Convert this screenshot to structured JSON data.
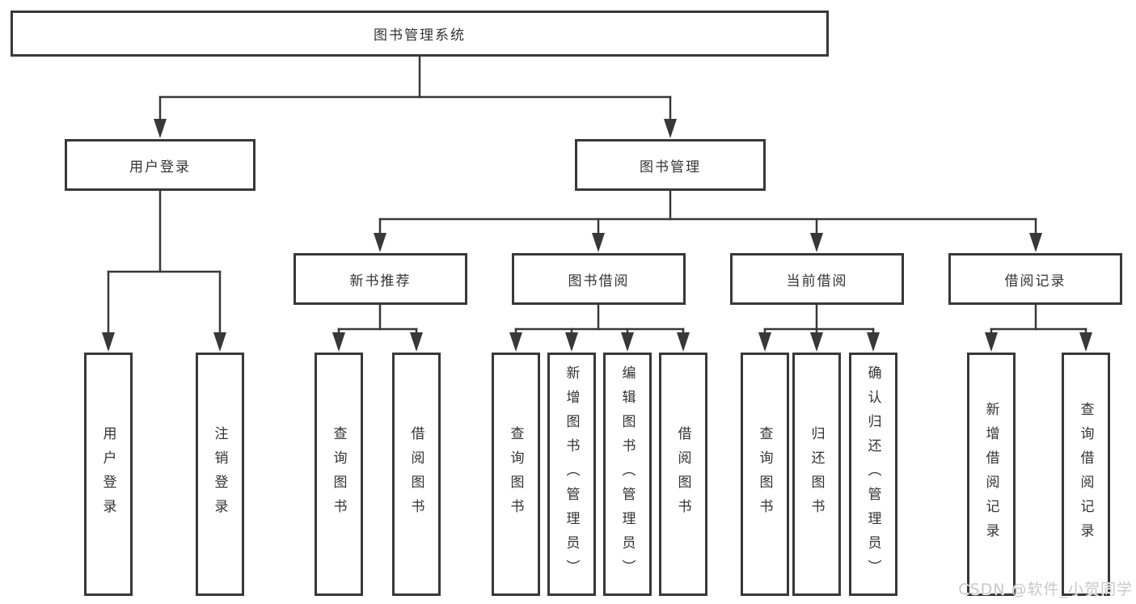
{
  "diagram": {
    "root": {
      "label": "图书管理系统"
    },
    "level2": [
      {
        "id": "user-login",
        "label": "用户登录"
      },
      {
        "id": "book-management",
        "label": "图书管理"
      }
    ],
    "level3": [
      {
        "id": "new-book-recommend",
        "label": "新书推荐",
        "parent": "图书管理"
      },
      {
        "id": "book-borrowing",
        "label": "图书借阅",
        "parent": "图书管理"
      },
      {
        "id": "current-borrowing",
        "label": "当前借阅",
        "parent": "图书管理"
      },
      {
        "id": "borrow-records",
        "label": "借阅记录",
        "parent": "图书管理"
      }
    ],
    "leaves": [
      {
        "label": "用户登录",
        "parent": "用户登录"
      },
      {
        "label": "注销登录",
        "parent": "用户登录"
      },
      {
        "label": "查询图书",
        "parent": "新书推荐"
      },
      {
        "label": "借阅图书",
        "parent": "新书推荐"
      },
      {
        "label": "查询图书",
        "parent": "图书借阅"
      },
      {
        "label": "新增图书（管理员）",
        "parent": "图书借阅"
      },
      {
        "label": "编辑图书（管理员）",
        "parent": "图书借阅"
      },
      {
        "label": "借阅图书",
        "parent": "图书借阅"
      },
      {
        "label": "查询图书",
        "parent": "当前借阅"
      },
      {
        "label": "归还图书",
        "parent": "当前借阅"
      },
      {
        "label": "确认归还（管理员）",
        "parent": "当前借阅"
      },
      {
        "label": "新增借阅记录",
        "parent": "借阅记录"
      },
      {
        "label": "查询借阅记录",
        "parent": "借阅记录"
      }
    ]
  },
  "watermark": {
    "text": "CSDN @软件_小贺同学"
  },
  "colors": {
    "line": "#383838",
    "box_border": "#383838",
    "text": "#333333",
    "background": "#ffffff",
    "watermark": "#c8c8c8"
  }
}
